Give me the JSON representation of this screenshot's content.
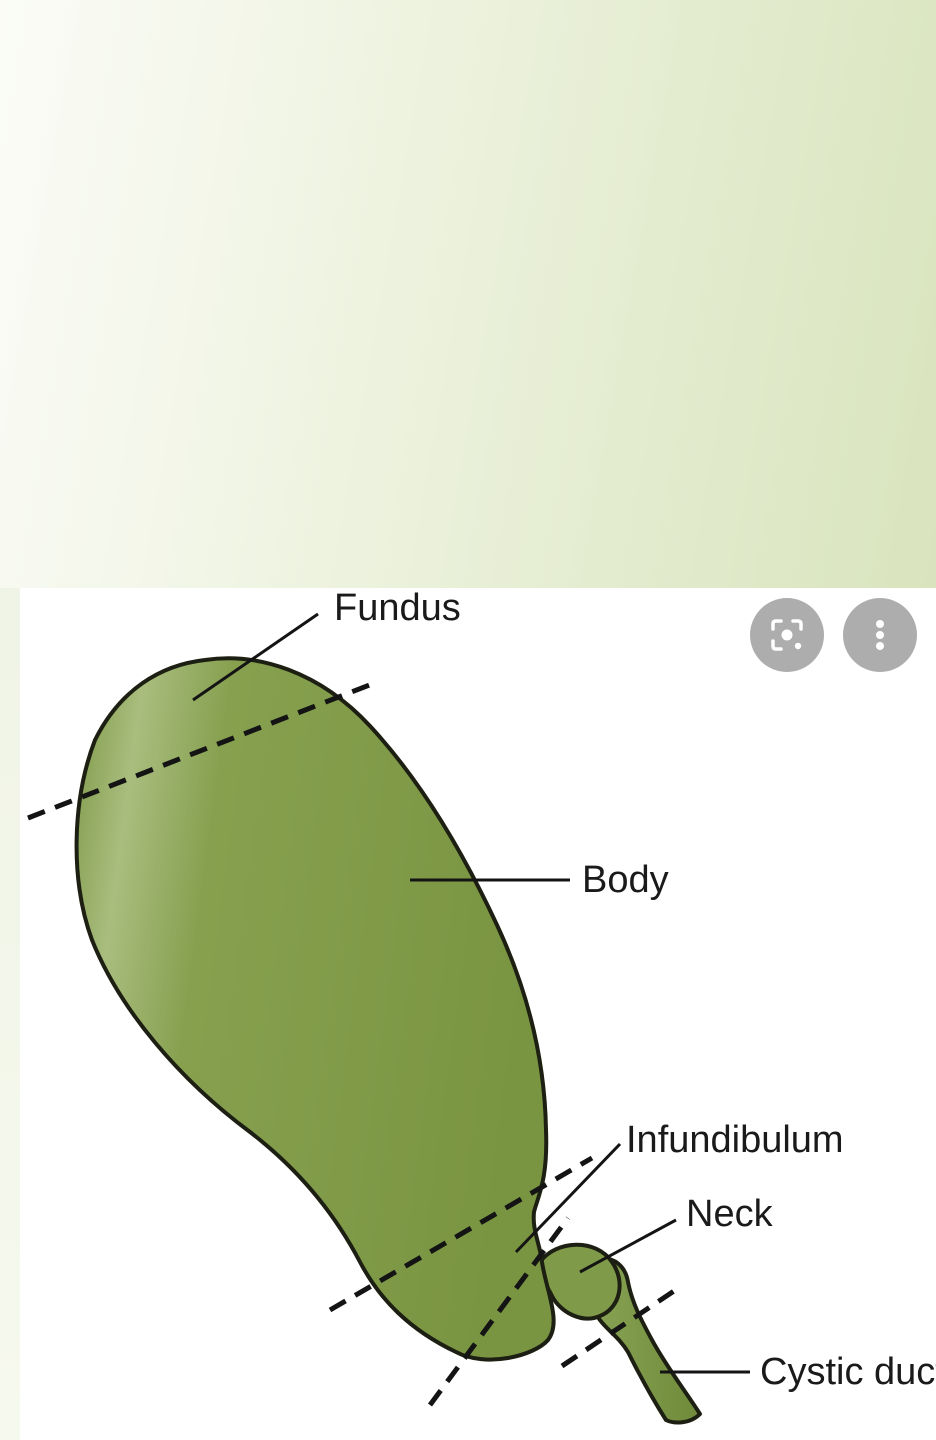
{
  "diagram": {
    "labels": {
      "fundus": "Fundus",
      "body": "Body",
      "infundibulum": "Infundibulum",
      "neck": "Neck",
      "cystic_duct": "Cystic duct"
    },
    "colors": {
      "organ_fill": "#7f9a48",
      "organ_highlight": "#a9bd7e",
      "outline": "#1c1f12",
      "card_background": "#ffffff",
      "page_background": "#e6eed3"
    }
  },
  "overlay": {
    "lens_button_icon": "lens-search-icon",
    "more_button_icon": "more-vertical-icon"
  }
}
